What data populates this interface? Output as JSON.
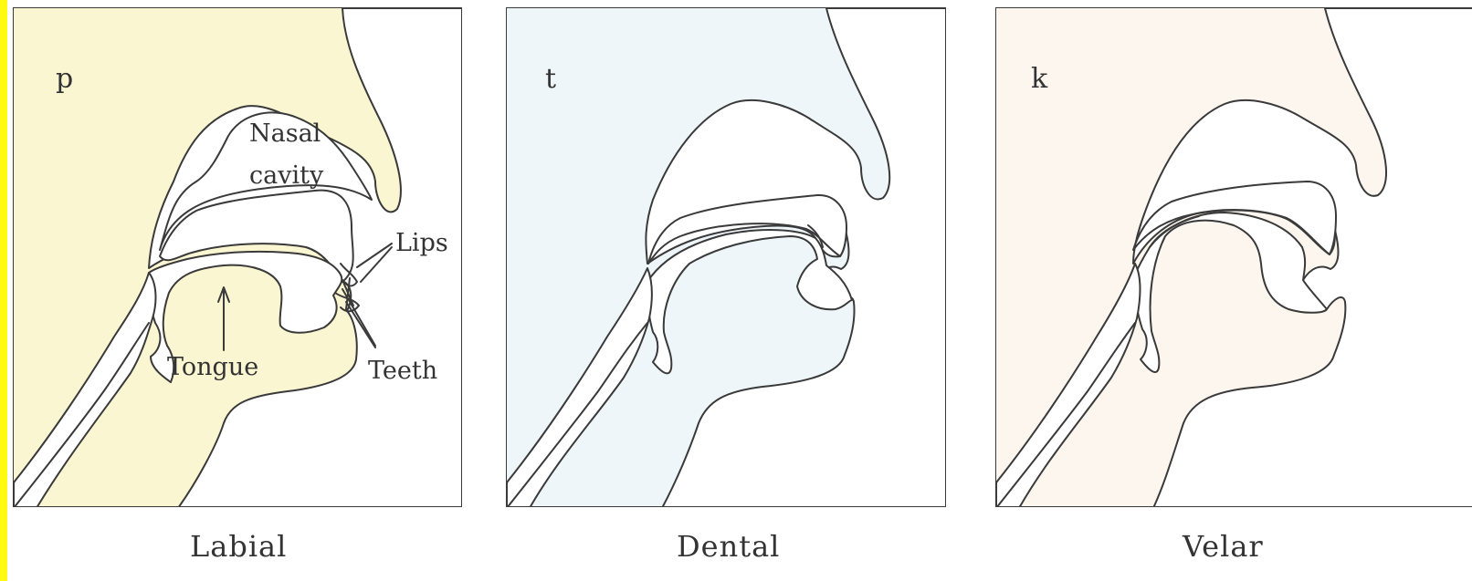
{
  "panels": [
    {
      "id": "labial",
      "letter": "p",
      "caption": "Labial",
      "labels": {
        "nasal": "Nasal",
        "cavity": "cavity",
        "lips": "Lips",
        "tongue": "Tongue",
        "teeth": "Teeth"
      },
      "background_color": "#fbf6d2"
    },
    {
      "id": "dental",
      "letter": "t",
      "caption": "Dental",
      "background_color": "#eef6fa"
    },
    {
      "id": "velar",
      "letter": "k",
      "caption": "Velar",
      "background_color": "#fcf6ee"
    }
  ],
  "frame_color": "#fffa10"
}
